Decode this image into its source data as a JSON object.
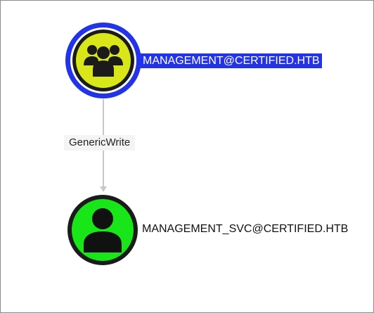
{
  "graph": {
    "nodes": [
      {
        "label": "MANAGEMENT@CERTIFIED.HTB",
        "icon": "group-icon",
        "fill": "#d9e619",
        "ring": "#2233e8",
        "selected": true
      },
      {
        "label": "MANAGEMENT_SVC@CERTIFIED.HTB",
        "icon": "user-icon",
        "fill": "#19e619",
        "ring": "#1b1b1b",
        "selected": false
      }
    ],
    "edges": [
      {
        "label": "GenericWrite",
        "color": "#c8c8c8"
      }
    ]
  }
}
